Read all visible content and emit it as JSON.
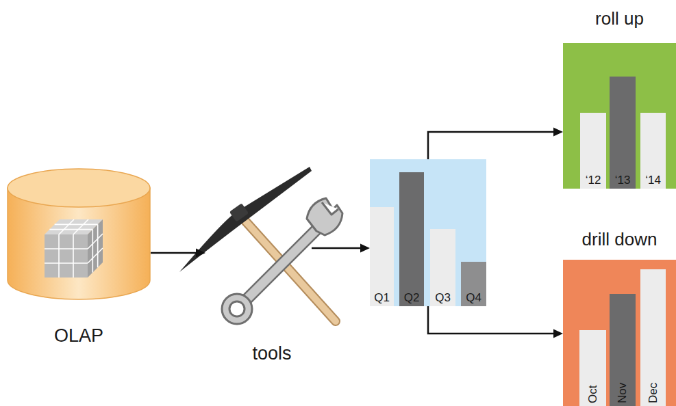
{
  "diagram": {
    "nodes": [
      {
        "text": [
          "OLAP"
        ]
      },
      {
        "text": [
          "tools"
        ]
      },
      {
        "text": [
          "Q1",
          "Q2",
          "Q3",
          "Q4"
        ]
      },
      {
        "text": [
          "roll up",
          "‘12",
          "‘13",
          "‘14"
        ]
      },
      {
        "text": [
          "drill down",
          "Oct",
          "Nov",
          "Dec"
        ]
      }
    ],
    "edges": [
      {
        "from": 0,
        "to": 1,
        "arrow": "to"
      },
      {
        "from": 1,
        "to": 2,
        "arrow": "to"
      },
      {
        "from": 2,
        "to": 3,
        "arrow": "to"
      },
      {
        "from": 2,
        "to": 4,
        "arrow": "to"
      }
    ]
  }
}
